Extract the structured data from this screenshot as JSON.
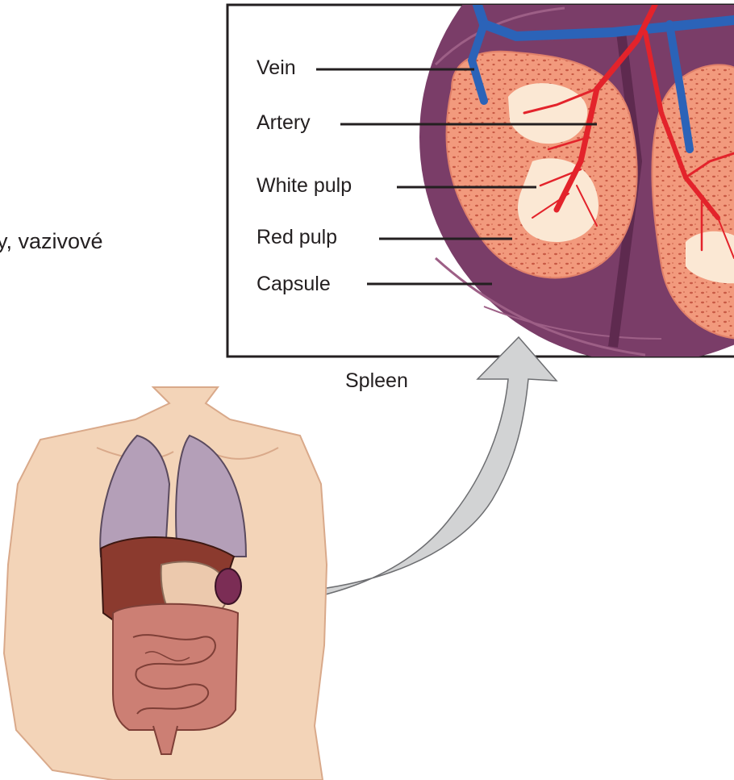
{
  "text_fragment": "y, vazivové",
  "inset": {
    "labels": {
      "vein": "Vein",
      "artery": "Artery",
      "white_pulp": "White pulp",
      "red_pulp": "Red pulp",
      "capsule": "Capsule"
    },
    "caption": "Spleen"
  },
  "colors": {
    "skin": "#f3d4b8",
    "lung": "#b49fb8",
    "liver": "#8b3a2e",
    "stomach": "#ecc9ad",
    "spleen_organ": "#7b2d55",
    "intestine": "#cc7f74",
    "capsule": "#7a3d68",
    "red_pulp": "#f29a7d",
    "white_pulp": "#fbe8d4",
    "artery": "#e3232b",
    "vein": "#2b63b8",
    "arrow": "#d2d3d4"
  }
}
